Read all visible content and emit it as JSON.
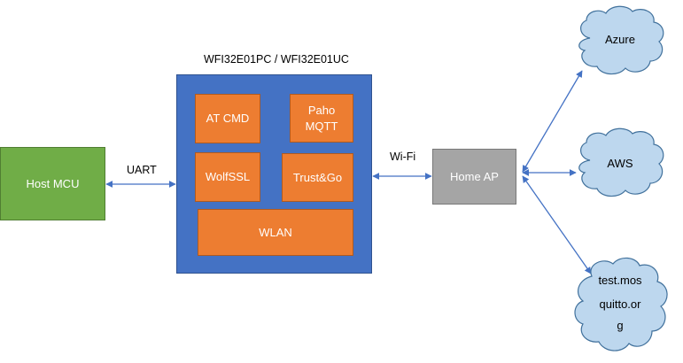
{
  "module": {
    "title": "WFI32E01PC / WFI32E01UC",
    "blocks": {
      "at_cmd": "AT CMD",
      "paho_mqtt": [
        "Paho",
        "MQTT"
      ],
      "wolfssl": "WolfSSL",
      "trust_go": "Trust&Go",
      "wlan": "WLAN"
    }
  },
  "host_mcu": "Host MCU",
  "links": {
    "uart": "UART",
    "wifi": "Wi-Fi"
  },
  "home_ap": "Home AP",
  "clouds": {
    "azure": "Azure",
    "aws": "AWS",
    "mosquitto": [
      "test.mos",
      "quitto.or",
      "g"
    ]
  },
  "colors": {
    "module_blue": "#4472c4",
    "block_orange": "#ed7d31",
    "host_green": "#70ad47",
    "ap_gray": "#a5a5a5",
    "cloud_fill": "#bdd7ee",
    "cloud_stroke": "#41719c",
    "arrow": "#4472c4"
  }
}
